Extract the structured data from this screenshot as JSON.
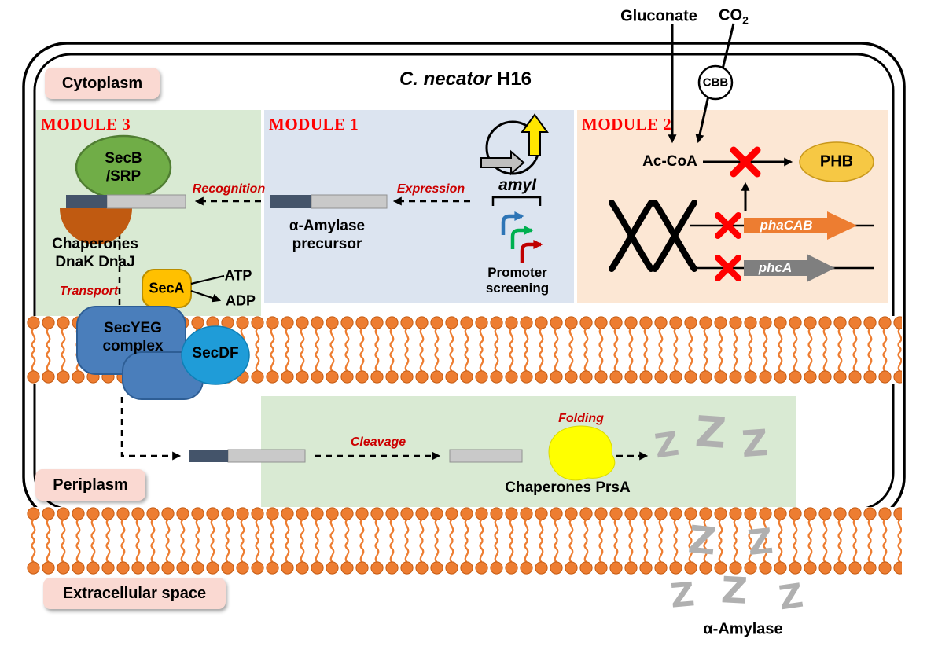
{
  "colors": {
    "membrane_orange": "#ED7D31",
    "module1_bg": "#DCE4F0",
    "module2_bg": "#FCE7D4",
    "module3_bg": "#D9EAD3",
    "periplasm_bg": "#D9EAD3",
    "badge_pink": "#FAD9D2",
    "module_label_red": "#FF0000",
    "process_label_red": "#CC0000",
    "knockout_x_red": "#FF0000",
    "phaCAB_arrow_orange": "#ED7D31",
    "phcA_arrow_gray": "#7F7F7F",
    "phb_gold": "#F6C844",
    "secb_green": "#70AD47",
    "chaperone_brown": "#C05A11",
    "seca_gold": "#FFC000",
    "secyeg_blue": "#4A7EBB",
    "secdf_blue": "#1F9CD8",
    "prsa_yellow": "#FFFF00",
    "signal_peptide_dark": "#44546A",
    "protein_bar_gray": "#C9C9C9",
    "amylase_z_gray": "#B0B0B0"
  },
  "header": {
    "gluconate": "Gluconate",
    "co2_base": "CO",
    "co2_sub": "2",
    "cbb": "CBB",
    "title_species": "C. necator",
    "title_strain": " H16"
  },
  "compartments": {
    "cytoplasm": "Cytoplasm",
    "periplasm": "Periplasm",
    "extracellular": "Extracellular space"
  },
  "module1": {
    "label": "MODULE 1",
    "gene": "amyI",
    "promoter_line1": "Promoter",
    "promoter_line2": "screening",
    "expression": "Expression",
    "precursor_line1": "α-Amylase",
    "precursor_line2": "precursor"
  },
  "module2": {
    "label": "MODULE 2",
    "ac_coa": "Ac-CoA",
    "phb": "PHB",
    "phaCAB": "phaCAB",
    "phcA": "phcA"
  },
  "module3": {
    "label": "MODULE 3",
    "secb_line1": "SecB",
    "secb_line2": "/SRP",
    "recognition": "Recognition",
    "chaperones_line1": "Chaperones",
    "chaperones_line2": "DnaK DnaJ",
    "transport": "Transport",
    "seca": "SecA",
    "atp": "ATP",
    "adp": "ADP",
    "secyeg_line1": "SecYEG",
    "secyeg_line2": "complex",
    "secdf": "SecDF"
  },
  "periplasm_processes": {
    "cleavage": "Cleavage",
    "folding": "Folding",
    "prsa": "Chaperones PrsA"
  },
  "extracellular_content": {
    "amylase": "α-Amylase"
  },
  "glyphs": {
    "z": "Z"
  }
}
